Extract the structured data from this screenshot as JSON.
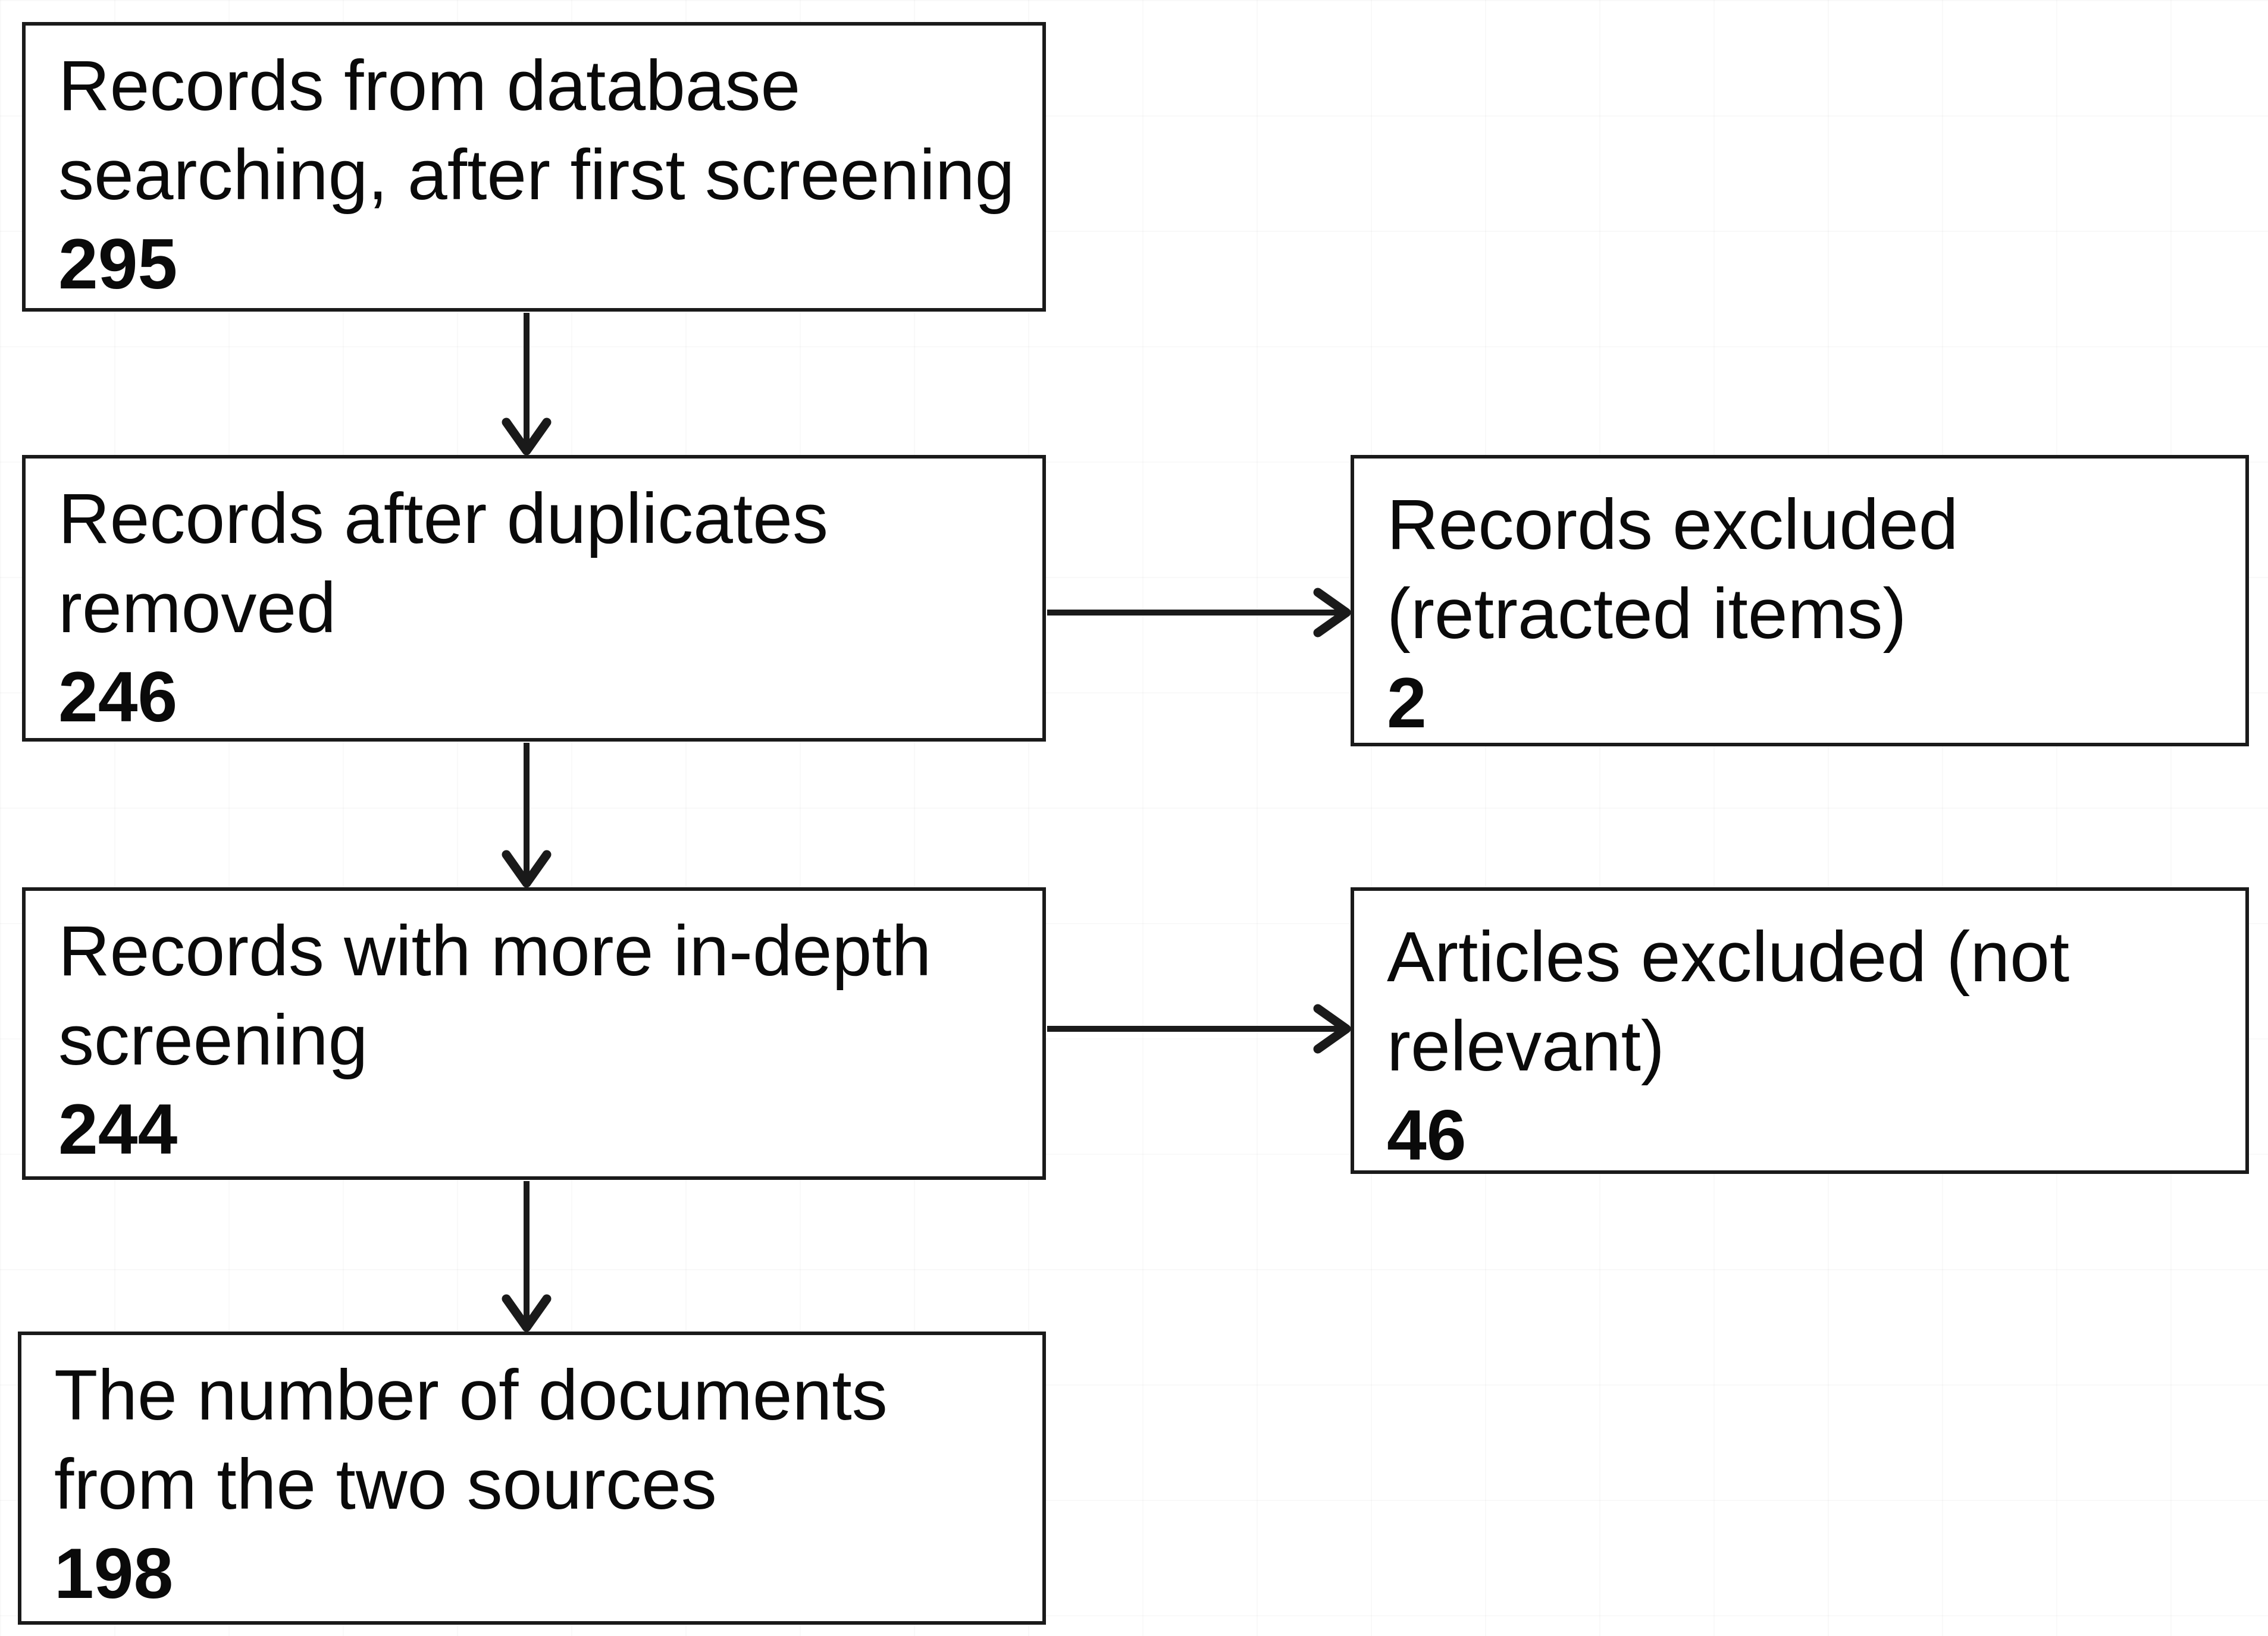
{
  "diagram": {
    "title_semantic": "Literature screening flow diagram",
    "colors": {
      "border": "#1a1a1a",
      "text": "#0a0a0a",
      "background": "#ffffff"
    },
    "boxes": [
      {
        "id": "records-database-searching",
        "lines": [
          "Records from database",
          "searching, after first screening"
        ],
        "value": "295"
      },
      {
        "id": "records-after-duplicates",
        "lines": [
          "Records after duplicates",
          "removed"
        ],
        "value": "246"
      },
      {
        "id": "records-in-depth-screening",
        "lines": [
          "Records with more in-depth",
          "screening"
        ],
        "value": "244"
      },
      {
        "id": "documents-from-two-sources",
        "lines": [
          "The number of documents",
          "from the two sources"
        ],
        "value": "198"
      },
      {
        "id": "records-excluded-retracted",
        "lines": [
          "Records excluded",
          "(retracted items)"
        ],
        "value": "2"
      },
      {
        "id": "articles-excluded-not-relevant",
        "lines": [
          "Articles excluded (not",
          "relevant)"
        ],
        "value": "46"
      }
    ],
    "arrows": [
      {
        "id": "arrow-down-1",
        "from": "records-database-searching",
        "to": "records-after-duplicates"
      },
      {
        "id": "arrow-down-2",
        "from": "records-after-duplicates",
        "to": "records-in-depth-screening"
      },
      {
        "id": "arrow-down-3",
        "from": "records-in-depth-screening",
        "to": "documents-from-two-sources"
      },
      {
        "id": "arrow-right-1",
        "from": "records-after-duplicates",
        "to": "records-excluded-retracted"
      },
      {
        "id": "arrow-right-2",
        "from": "records-in-depth-screening",
        "to": "articles-excluded-not-relevant"
      }
    ]
  }
}
